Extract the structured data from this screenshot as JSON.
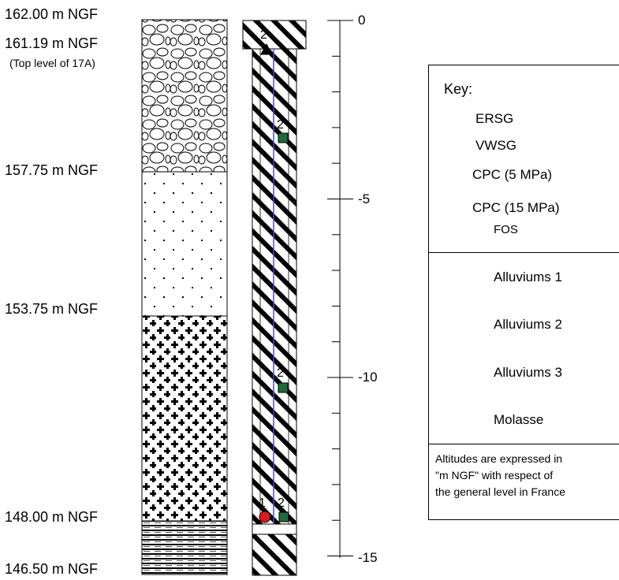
{
  "altitude_labels": [
    {
      "text": "162.00 m NGF"
    },
    {
      "text": "161.19 m NGF"
    },
    {
      "text": "(Top level of 17A)"
    },
    {
      "text": "157.75 m NGF"
    },
    {
      "text": "153.75 m NGF"
    },
    {
      "text": "148.00 m NGF"
    },
    {
      "text": "146.50 m NGF"
    }
  ],
  "depth_axis": {
    "min": -15,
    "max": 0,
    "ticks": [
      "0",
      "-5",
      "-10",
      "-15"
    ]
  },
  "layers": [
    {
      "name": "Alluviums 1",
      "top": 162.0,
      "bottom": 157.75
    },
    {
      "name": "Alluviums 2",
      "top": 157.75,
      "bottom": 153.75
    },
    {
      "name": "Alluviums 3",
      "top": 153.75,
      "bottom": 148.0
    },
    {
      "name": "Molasse",
      "top": 148.0,
      "bottom": 146.5
    }
  ],
  "sensors": [
    {
      "type": "CPC (5 MPa)",
      "label": "2"
    },
    {
      "type": "ERSG",
      "label": "2"
    },
    {
      "type": "ERSG",
      "label": "2"
    },
    {
      "type": "VWSG",
      "label": "1"
    },
    {
      "type": "ERSG",
      "label": "2"
    }
  ],
  "key": {
    "title": "Key:",
    "symbols": [
      {
        "label": "ERSG",
        "icon": "green-square",
        "color": "#1e6b3a"
      },
      {
        "label": "VWSG",
        "icon": "red-circle",
        "color": "#e11818"
      },
      {
        "label": "CPC (5 MPa)",
        "icon": "black-triangle",
        "color": "#000000"
      },
      {
        "label": "CPC (15 MPa)",
        "icon": "red-triangle",
        "color": "#e11818"
      },
      {
        "label": "FOS",
        "icon": "blue-line",
        "color": "#4a4ae0"
      }
    ],
    "soils": [
      {
        "label": "Alluviums 1"
      },
      {
        "label": "Alluviums 2"
      },
      {
        "label": "Alluviums 3"
      },
      {
        "label": "Molasse"
      }
    ],
    "note": [
      "Altitudes are expressed in",
      "\"m NGF\" with respect of",
      "the general level in France"
    ]
  }
}
